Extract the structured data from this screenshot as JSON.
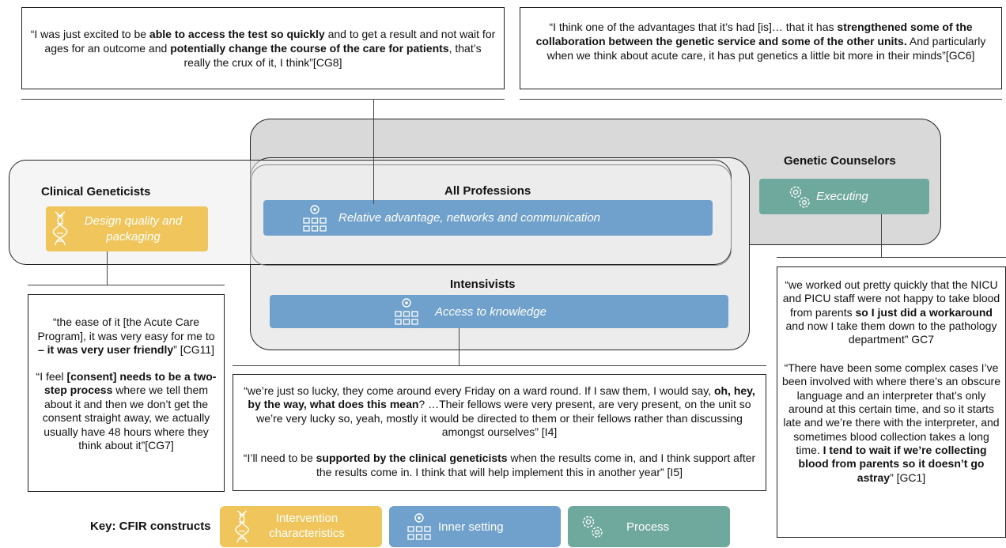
{
  "quotes": {
    "cg8": {
      "parts": [
        {
          "t": "“I was just excited to be ",
          "b": false
        },
        {
          "t": "able to access the test so quickly",
          "b": true
        },
        {
          "t": " and to get a result and not wait for ages for an outcome and ",
          "b": false
        },
        {
          "t": "potentially change the course of the care for patients",
          "b": true
        },
        {
          "t": ", that’s really the crux of it, I think”[CG8]",
          "b": false
        }
      ]
    },
    "gc6": {
      "parts": [
        {
          "t": "“I think one of the advantages that it’s had [is]… that it has ",
          "b": false
        },
        {
          "t": "strengthened some of the collaboration between the genetic service and some of the other units.",
          "b": true
        },
        {
          "t": "  And particularly when we think about acute care, it has put genetics a little bit more in their minds”[GC6]",
          "b": false
        }
      ]
    },
    "cg11": {
      "parts": [
        {
          "t": "“the ease of it [the Acute Care Program], it was very easy for me to ",
          "b": false
        },
        {
          "t": "– it was very user friendly",
          "b": true
        },
        {
          "t": "” [CG11]",
          "b": false
        }
      ]
    },
    "cg7": {
      "parts": [
        {
          "t": "“I feel ",
          "b": false
        },
        {
          "t": "[consent] needs to be a two-step process",
          "b": true
        },
        {
          "t": " where we tell them about it and then we don’t get the consent straight away, we actually usually have 48 hours where they think about it”[CG7]",
          "b": false
        }
      ]
    },
    "i4": {
      "parts": [
        {
          "t": "“we’re just so lucky, they come around every Friday on a ward round.  If I saw them, I would say, ",
          "b": false
        },
        {
          "t": "oh, hey, by the way, what does this mean",
          "b": true
        },
        {
          "t": "?  …Their fellows were very present, are very present, on the unit so we’re very lucky so, yeah, mostly it would be directed to them or their fellows rather than discussing amongst ourselves” [I4]",
          "b": false
        }
      ]
    },
    "i5": {
      "parts": [
        {
          "t": "“I’ll need to be ",
          "b": false
        },
        {
          "t": "supported by the clinical geneticists",
          "b": true
        },
        {
          "t": " when the results come in, and I think support after the results come in. I think that will help implement this in another year” [I5]",
          "b": false
        }
      ]
    },
    "gc7": {
      "parts": [
        {
          "t": "“we worked out pretty quickly that the NICU and PICU staff were not happy to take blood from parents ",
          "b": false
        },
        {
          "t": "so I just did a workaround",
          "b": true
        },
        {
          "t": " and now I take them down to the pathology department” GC7",
          "b": false
        }
      ]
    },
    "gc1": {
      "parts": [
        {
          "t": "“There have been some complex cases I’ve been involved with where there’s an obscure language and an interpreter that’s only around at this certain time, and so it starts late and we’re there with the interpreter, and sometimes blood collection takes a long time.  ",
          "b": false
        },
        {
          "t": "I tend to wait if we’re collecting blood from parents so it doesn’t go astray",
          "b": true
        },
        {
          "t": "” [GC1]",
          "b": false
        }
      ]
    }
  },
  "groups": {
    "clinical_geneticists": {
      "title": "Clinical Geneticists",
      "construct": "Design quality and packaging",
      "icon": "dna-icon"
    },
    "all_professions": {
      "title": "All Professions",
      "construct": "Relative advantage, networks and communication",
      "icon": "people-network-icon"
    },
    "genetic_counselors": {
      "title": "Genetic Counselors",
      "construct": "Executing",
      "icon": "gears-icon"
    },
    "intensivists": {
      "title": "Intensivists",
      "construct": "Access to knowledge",
      "icon": "people-network-icon"
    }
  },
  "key": {
    "label": "Key: CFIR constructs",
    "items": [
      {
        "label": "Intervention characteristics",
        "color": "#f0c65c",
        "icon": "dna-icon"
      },
      {
        "label": "Inner setting",
        "color": "#6fa1cc",
        "icon": "people-network-icon"
      },
      {
        "label": "Process",
        "color": "#6fa99e",
        "icon": "gears-icon"
      }
    ]
  },
  "colors": {
    "blue": "#6fa1cc",
    "yellow": "#f0c65c",
    "teal": "#6fa99e",
    "grey_fill": "#d9d9d9",
    "light_fill": "#ececec"
  }
}
